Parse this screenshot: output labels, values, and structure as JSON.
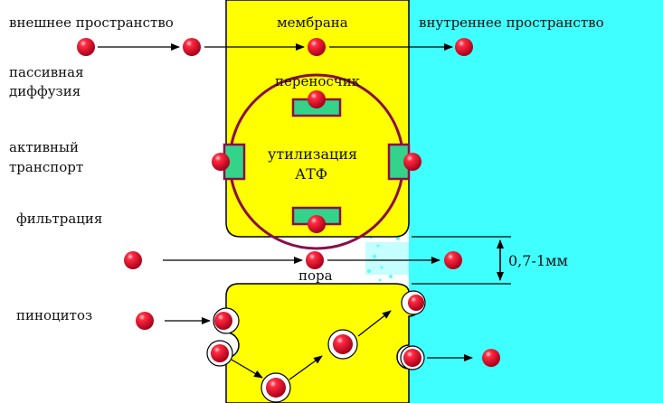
{
  "labels": {
    "outer_space": "внешнее пространство",
    "membrane": "мембрана",
    "inner_space": "внутреннее пространство",
    "passive_diffusion_line1": "пассивная",
    "passive_diffusion_line2": "диффузия",
    "carrier": "переносчик",
    "active_transport_line1": "активный",
    "active_transport_line2": "транспорт",
    "atp_line1": "утилизация",
    "atp_line2": "АТФ",
    "filtration": "фильтрация",
    "pore": "пора",
    "pore_size": "0,7-1мм",
    "pinocytosis": "пиноцитоз"
  },
  "colors": {
    "membrane": "#ffff00",
    "inner_space": "#40ffff",
    "molecule": "#e8001c",
    "carrier_ring": "#8a0e4a",
    "carrier_pad": "#33d38a",
    "outline": "#000000"
  }
}
